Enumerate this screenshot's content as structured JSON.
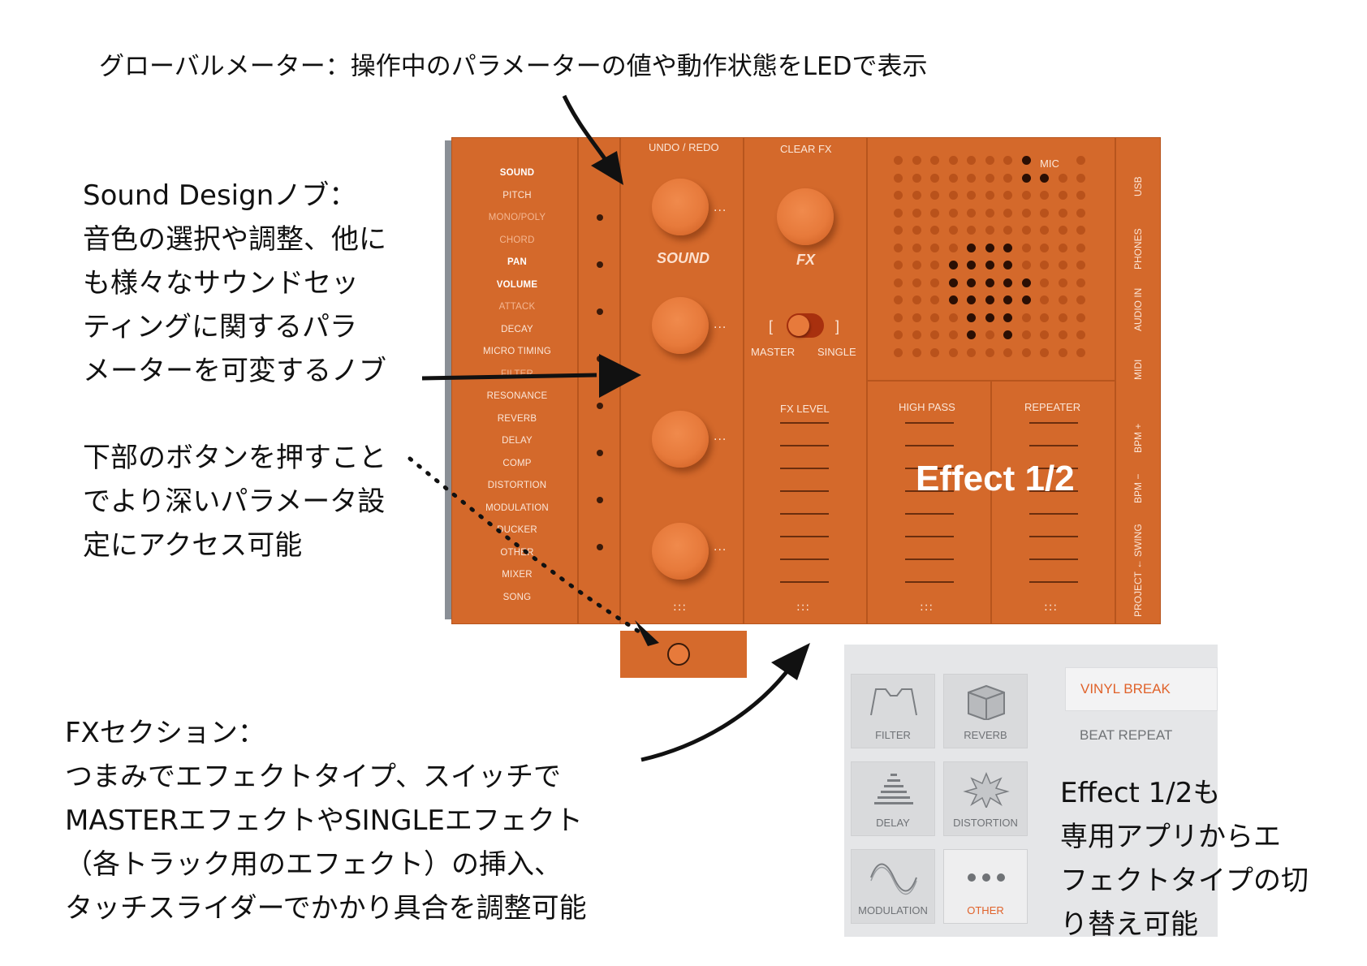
{
  "annotations": {
    "global_meter": "グローバルメーター：操作中のパラメーターの値や動作状態をLEDで表示",
    "sound_design": [
      "Sound Designノブ：",
      "音色の選択や調整、他に",
      "も様々なサウンドセッ",
      "ティングに関するパラ",
      "メーターを可変するノブ"
    ],
    "button_note": [
      "下部のボタンを押すこと",
      "でより深いパラメータ設",
      "定にアクセス可能"
    ],
    "fx_section": [
      "FXセクション：",
      "つまみでエフェクトタイプ、スイッチで",
      "MASTERエフェクトやSINGLEエフェクト",
      "（各トラック用のエフェクト）の挿入、",
      "タッチスライダーでかかり具合を調整可能"
    ],
    "effect12_note": [
      "Effect 1/2も",
      "専用アプリからエ",
      "フェクトタイプの切",
      "り替え可能"
    ]
  },
  "device": {
    "menu_items": [
      {
        "label": "SOUND",
        "style": "bright"
      },
      {
        "label": "PITCH",
        "style": "normal"
      },
      {
        "label": "MONO/POLY",
        "style": "dim"
      },
      {
        "label": "CHORD",
        "style": "dim"
      },
      {
        "label": "PAN",
        "style": "bright"
      },
      {
        "label": "VOLUME",
        "style": "bright"
      },
      {
        "label": "ATTACK",
        "style": "dim"
      },
      {
        "label": "DECAY",
        "style": "normal"
      },
      {
        "label": "MICRO TIMING",
        "style": "normal"
      },
      {
        "label": "FILTER",
        "style": "dim"
      },
      {
        "label": "RESONANCE",
        "style": "normal"
      },
      {
        "label": "REVERB",
        "style": "normal"
      },
      {
        "label": "DELAY",
        "style": "normal"
      },
      {
        "label": "COMP",
        "style": "normal"
      },
      {
        "label": "DISTORTION",
        "style": "normal"
      },
      {
        "label": "MODULATION",
        "style": "normal"
      },
      {
        "label": "DUCKER",
        "style": "normal"
      },
      {
        "label": "OTHER",
        "style": "normal"
      },
      {
        "label": "MIXER",
        "style": "normal"
      },
      {
        "label": "SONG",
        "style": "normal"
      }
    ],
    "undo_redo": "UNDO / REDO",
    "sound_label": "SOUND",
    "clear_fx": "CLEAR FX",
    "fx_label": "FX",
    "master": "MASTER",
    "single": "SINGLE",
    "fx_level": "FX LEVEL",
    "mic": "MIC",
    "high_pass": "HIGH PASS",
    "repeater": "REPEATER",
    "effect_overlay": "Effect 1/2",
    "side_labels": [
      "USB",
      "PHONES",
      "AUDIO IN",
      "MIDI",
      "BPM +",
      "BPM −",
      "SWING",
      "PROJECT ←"
    ],
    "more_glyph": "···",
    "grip_glyph": ":::"
  },
  "fx_menu": {
    "tiles": [
      {
        "label": "FILTER",
        "icon": "filter-icon",
        "selected": false
      },
      {
        "label": "REVERB",
        "icon": "cube-icon",
        "selected": false
      },
      {
        "label": "DELAY",
        "icon": "delay-stack-icon",
        "selected": false
      },
      {
        "label": "DISTORTION",
        "icon": "distortion-star-icon",
        "selected": false
      },
      {
        "label": "MODULATION",
        "icon": "sine-wave-icon",
        "selected": false
      },
      {
        "label": "OTHER",
        "icon": "three-dots-icon",
        "selected": true
      }
    ],
    "options": [
      "VINYL BREAK",
      "BEAT REPEAT"
    ],
    "accent": "#e0622a"
  },
  "colors": {
    "device_orange": "#d56a2c",
    "led_on": "#2b0f04"
  }
}
